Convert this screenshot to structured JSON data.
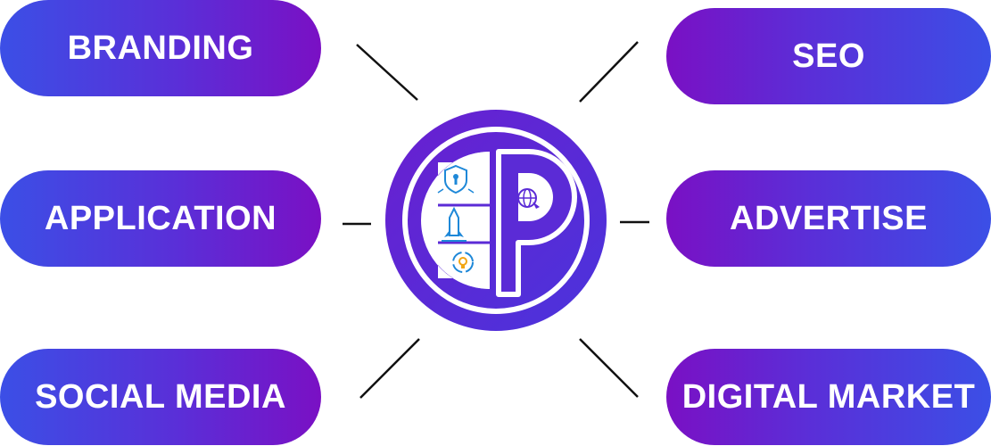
{
  "services": {
    "branding": "BRANDING",
    "application": "APPLICATION",
    "social_media": "SOCIAL MEDIA",
    "seo": "SEO",
    "advertise": "ADVERTISE",
    "digital_market": "DIGITAL MARKET"
  },
  "colors": {
    "gradient_blue": "#3b4fe6",
    "gradient_purple": "#7a10c4",
    "logo_ring": "#5b2bd6",
    "connector_line": "#111111"
  }
}
